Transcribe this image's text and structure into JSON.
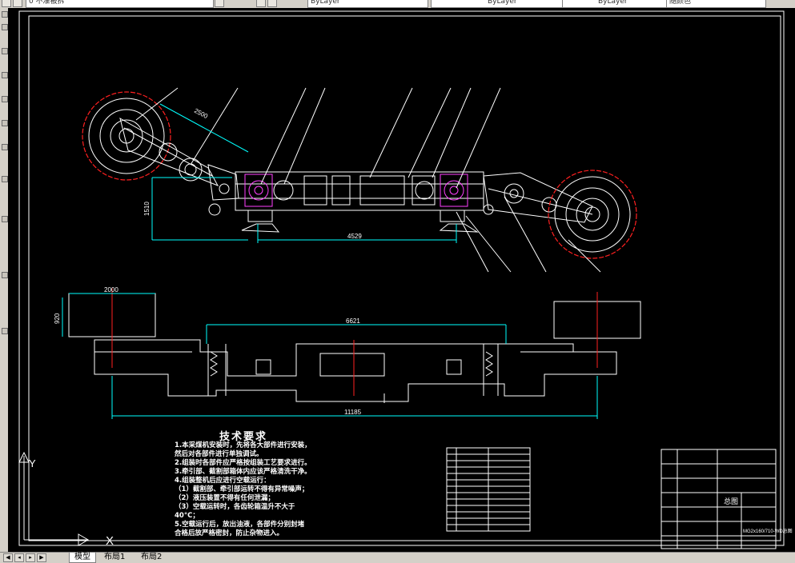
{
  "toolbar": {
    "layer_value": "0 不准被拆",
    "color_value": "ByLayer",
    "linetype_value": "ByLayer",
    "lineweight_value": "ByLayer",
    "plotstyle_value": "随颜色"
  },
  "dimensions": {
    "arm_length": "2500",
    "height_left": "1510",
    "wheelbase": "4529",
    "block_width": "2000",
    "block_height": "920",
    "inner_span": "6621",
    "overall_length": "11185"
  },
  "tech_requirements": {
    "title": "技术要求",
    "lines": [
      "1.本采煤机安装时，先将各大部件进行安装，",
      "然后对各部件进行单独调试。",
      "2.组装时各部件应严格按组装工艺要求进行。",
      "3.牵引部、截割部箱体内应该严格清洗干净。",
      "4.组装整机后应进行空载运行：",
      "（1）截割部、牵引部运转不得有异常噪声；",
      "（2）液压装置不得有任何泄漏；",
      "（3）空载运转时，各齿轮箱温升不大于",
      "      40°C；",
      "5.空载运行后，放出油液，各部件分别封堵",
      "合格后放严格密封，防止杂物进入。"
    ]
  },
  "title_block": {
    "name": "总图",
    "drawing_no": "MG2x160/710-WD总图"
  },
  "ucs": {
    "x_label": "X",
    "y_label": "Y"
  },
  "tabs": [
    {
      "label": "模型"
    },
    {
      "label": "布局1"
    },
    {
      "label": "布局2"
    }
  ],
  "colors": {
    "background": "#000000",
    "geometry": "#ffffff",
    "dimension": "#00ffff",
    "centerline": "#ff0000"
  }
}
